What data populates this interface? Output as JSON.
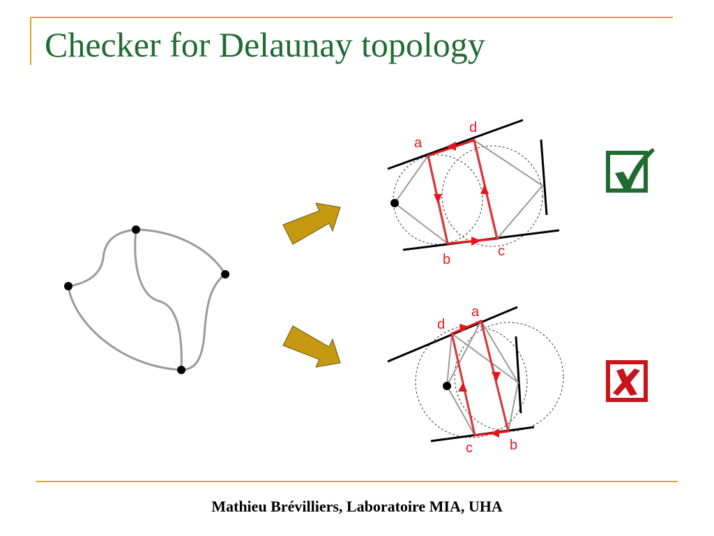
{
  "slide": {
    "title": "Checker for Delaunay topology",
    "footer": "Mathieu Brévilliers, Laboratoire MIA, UHA"
  },
  "colors": {
    "title": "#1f6b32",
    "rule": "#d9a22e",
    "accent_edges": "#e8141b",
    "graph_edges": "#9a9a9a",
    "arrow_fill": "#c59a12",
    "valid": "#1f6b32",
    "invalid": "#c8151c"
  },
  "top_case": {
    "labels": {
      "a": "a",
      "b": "b",
      "c": "c",
      "d": "d"
    },
    "verdict_icon": "checked-box-icon"
  },
  "bottom_case": {
    "labels": {
      "a": "a",
      "b": "b",
      "c": "c",
      "d": "d"
    },
    "verdict_icon": "crossed-box-icon"
  }
}
